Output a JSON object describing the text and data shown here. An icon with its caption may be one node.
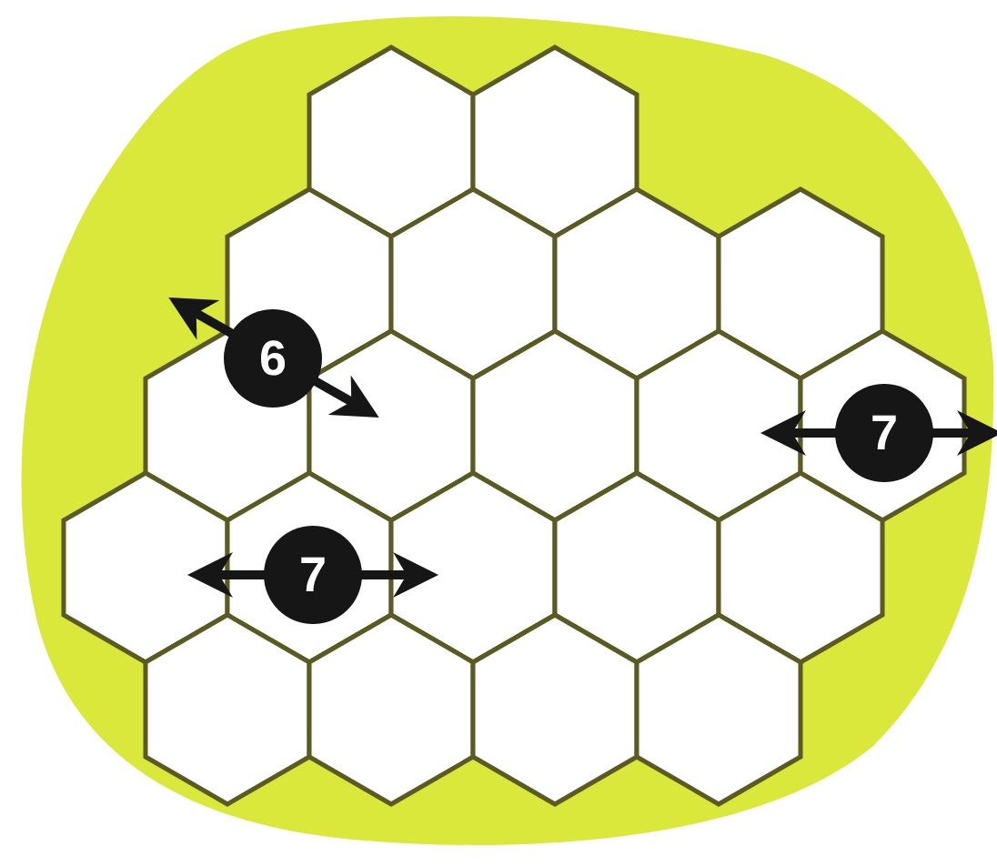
{
  "diagram": {
    "nodes": [
      {
        "text": [
          "6"
        ]
      },
      {
        "text": [
          "7"
        ]
      },
      {
        "text": [
          "7"
        ]
      }
    ]
  }
}
